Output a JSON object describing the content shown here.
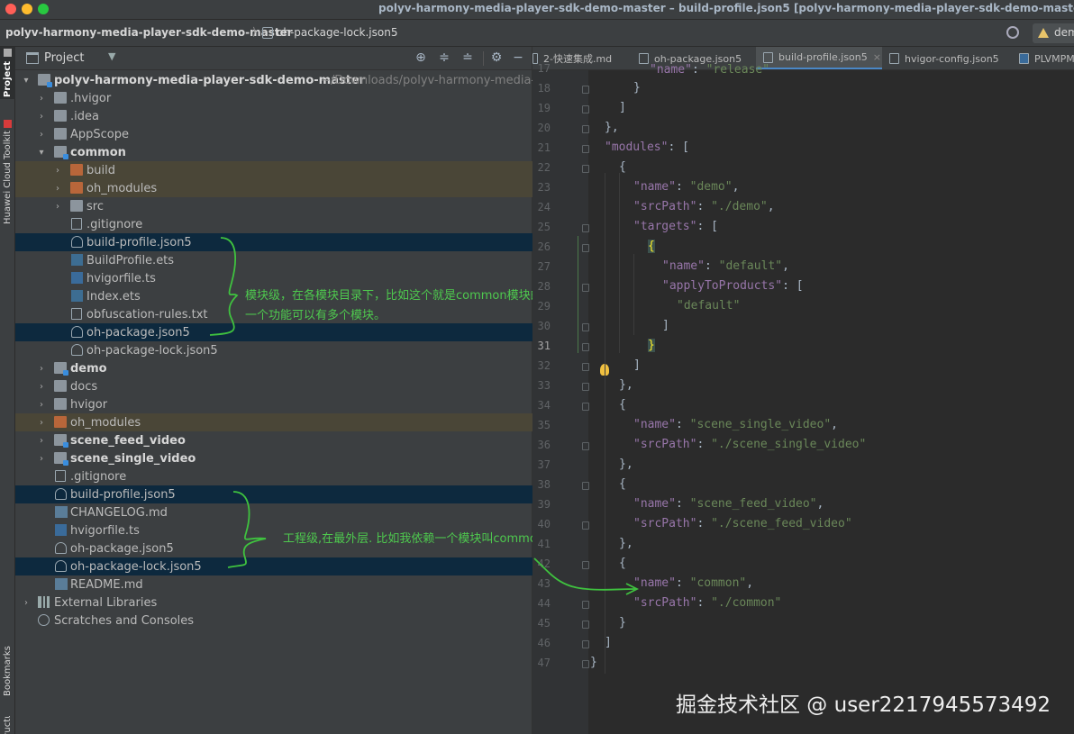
{
  "window": {
    "title": "polyv-harmony-media-player-sdk-demo-master – build-profile.json5 [polyv-harmony-media-player-sdk-demo-master]"
  },
  "navbar": {
    "project": "polyv-harmony-media-player-sdk-demo-master",
    "file": "oh-package-lock.json5",
    "run_config": "demo"
  },
  "toolstrip": {
    "project_tab": "Project",
    "cloud_tab": "Huawei Cloud Toolkit",
    "bookmarks_tab": "Bookmarks",
    "structure_tab": "Structure"
  },
  "project_panel": {
    "title": "Project",
    "root_name": "polyv-harmony-media-player-sdk-demo-master",
    "root_path": "~/Downloads/polyv-harmony-media-play",
    "items": [
      {
        "label": ".hvigor"
      },
      {
        "label": ".idea"
      },
      {
        "label": "AppScope"
      },
      {
        "label": "common"
      },
      {
        "label": "build"
      },
      {
        "label": "oh_modules"
      },
      {
        "label": "src"
      },
      {
        "label": ".gitignore"
      },
      {
        "label": "build-profile.json5"
      },
      {
        "label": "BuildProfile.ets"
      },
      {
        "label": "hvigorfile.ts"
      },
      {
        "label": "Index.ets"
      },
      {
        "label": "obfuscation-rules.txt"
      },
      {
        "label": "oh-package.json5"
      },
      {
        "label": "oh-package-lock.json5"
      },
      {
        "label": "demo"
      },
      {
        "label": "docs"
      },
      {
        "label": "hvigor"
      },
      {
        "label": "oh_modules"
      },
      {
        "label": "scene_feed_video"
      },
      {
        "label": "scene_single_video"
      },
      {
        "label": ".gitignore"
      },
      {
        "label": "build-profile.json5"
      },
      {
        "label": "CHANGELOG.md"
      },
      {
        "label": "hvigorfile.ts"
      },
      {
        "label": "oh-package.json5"
      },
      {
        "label": "oh-package-lock.json5"
      },
      {
        "label": "README.md"
      },
      {
        "label": "External Libraries"
      },
      {
        "label": "Scratches and Consoles"
      }
    ]
  },
  "annotations": {
    "module_line1": "模块级，在各模块目录下，比如这个就是common模块的配置。",
    "module_line2": "一个功能可以有多个模块。",
    "project_line": "工程级,在最外层. 比如我依赖一个模块叫common"
  },
  "editor": {
    "tabs": [
      {
        "label": "2-快速集成.md"
      },
      {
        "label": "oh-package.json5"
      },
      {
        "label": "build-profile.json5"
      },
      {
        "label": "hvigor-config.json5"
      },
      {
        "label": "PLVMPM"
      }
    ],
    "line_numbers": [
      "17",
      "18",
      "19",
      "20",
      "21",
      "22",
      "23",
      "24",
      "25",
      "26",
      "27",
      "28",
      "29",
      "30",
      "31",
      "32",
      "33",
      "34",
      "35",
      "36",
      "37",
      "38",
      "39",
      "40",
      "41",
      "42",
      "43",
      "44",
      "45",
      "46",
      "47"
    ],
    "code": {
      "l17_key": "\"name\"",
      "l17_val": "\"release\"",
      "l21_key": "\"modules\"",
      "l23_key": "\"name\"",
      "l23_val": "\"demo\"",
      "l24_key": "\"srcPath\"",
      "l24_val": "\"./demo\"",
      "l25_key": "\"targets\"",
      "l27_key": "\"name\"",
      "l27_val": "\"default\"",
      "l28_key": "\"applyToProducts\"",
      "l29_val": "\"default\"",
      "l35_key": "\"name\"",
      "l35_val": "\"scene_single_video\"",
      "l36_key": "\"srcPath\"",
      "l36_val": "\"./scene_single_video\"",
      "l39_key": "\"name\"",
      "l39_val": "\"scene_feed_video\"",
      "l40_key": "\"srcPath\"",
      "l40_val": "\"./scene_feed_video\"",
      "l43_key": "\"name\"",
      "l43_val": "\"common\"",
      "l44_key": "\"srcPath\"",
      "l44_val": "\"./common\""
    }
  },
  "watermark": "掘金技术社区 @ user2217945573492"
}
